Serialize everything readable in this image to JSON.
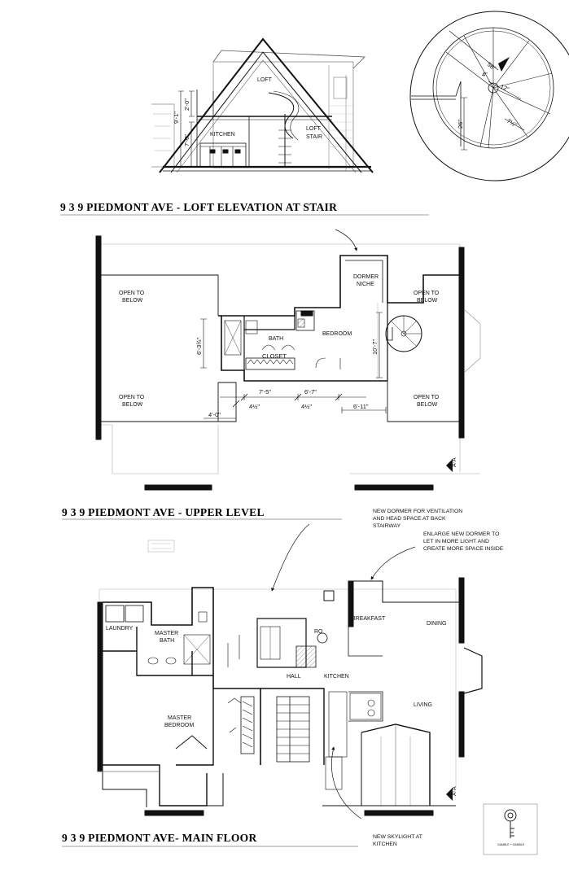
{
  "titles": {
    "loft": "9 3 9  PIEDMONT AVE - LOFT ELEVATION AT STAIR",
    "upper": "9 3 9  PIEDMONT AVE - UPPER LEVEL",
    "main": "9 3 9  PIEDMONT AVE- MAIN FLOOR"
  },
  "elevation": {
    "loft": "LOFT",
    "kitchen": "KITCHEN",
    "loft_stair_1": "LOFT",
    "loft_stair_2": "STAIR",
    "dim_a": "2'-0\"",
    "dim_b": "9'-1\"",
    "dim_c": "7'-0\""
  },
  "stair_detail": {
    "dim_56": "56\"",
    "dim_4": "4\"",
    "dim_12": "12\"",
    "dim_26": "26\"",
    "dim_7": "7½\""
  },
  "upper": {
    "open_tl_1": "OPEN TO",
    "open_tl_2": "BELOW",
    "open_bl_1": "OPEN TO",
    "open_bl_2": "BELOW",
    "open_tr_1": "OPEN TO",
    "open_tr_2": "BELOW",
    "open_br_1": "OPEN TO",
    "open_br_2": "BELOW",
    "dormer_1": "DORMER",
    "dormer_2": "NICHE",
    "bath": "BATH",
    "bedroom": "BEDROOM",
    "closet": "CLOSET",
    "dim_h1": "6'-3¾\"",
    "dim_h2": "10'-7\"",
    "dim_w1": "7'-5\"",
    "dim_w2": "6'-7\"",
    "dim_w3": "4½\"",
    "dim_w4": "4½\"",
    "dim_w5": "4'-0\"",
    "dim_w6": "6'-11\"",
    "section_mark": "A-A"
  },
  "main": {
    "laundry": "LAUNDRY",
    "master_bath_1": "MASTER",
    "master_bath_2": "BATH",
    "master_bed_1": "MASTER",
    "master_bed_2": "BEDROOM",
    "breakfast": "BREAKFAST",
    "dining": "DINING",
    "hall": "HALL",
    "kitchen": "KITCHEN",
    "living": "LIVING",
    "ro": "RO",
    "section_mark": "A-A",
    "note_dormer_1": "NEW DORMER FOR VENTILATION",
    "note_dormer_2": "AND HEAD SPACE AT BACK",
    "note_dormer_3": "STAIRWAY",
    "note_enlarge_1": "ENLARGE NEW DORMER TO",
    "note_enlarge_2": "LET IN MORE LIGHT AND",
    "note_enlarge_3": "CREATE MORE SPACE INSIDE",
    "note_sky_1": "NEW SKYLIGHT AT",
    "note_sky_2": "KITCHEN"
  },
  "logo": {
    "name": "GAMBLE + GAMBLE"
  }
}
